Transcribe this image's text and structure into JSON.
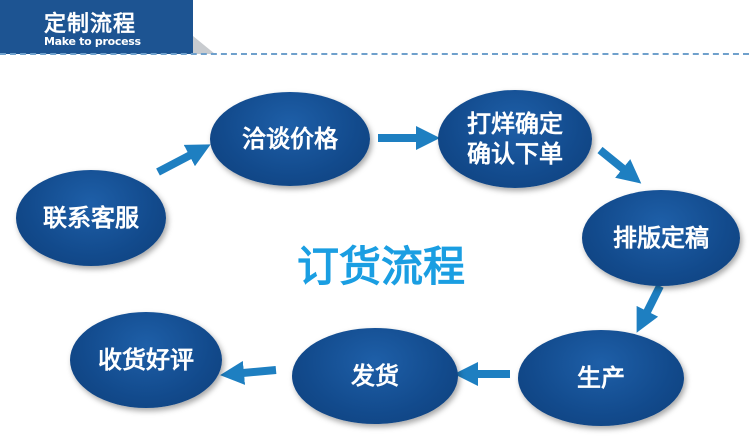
{
  "header": {
    "title": "定制流程",
    "subtitle": "Make to process"
  },
  "center_title": "订货流程",
  "steps": [
    {
      "id": "contact",
      "label": "联系客服"
    },
    {
      "id": "negotiate",
      "label": "洽谈价格"
    },
    {
      "id": "sample",
      "label": "打烊确定\n确认下单"
    },
    {
      "id": "layout",
      "label": "排版定稿"
    },
    {
      "id": "produce",
      "label": "生产"
    },
    {
      "id": "ship",
      "label": "发货"
    },
    {
      "id": "review",
      "label": "收货好评"
    }
  ],
  "colors": {
    "node_fill": "#124a8c",
    "header_fill": "#1d5492",
    "arrow": "#1e7fc1",
    "center_title": "#1a9ee2"
  },
  "icons": [
    "arrow-icon"
  ]
}
